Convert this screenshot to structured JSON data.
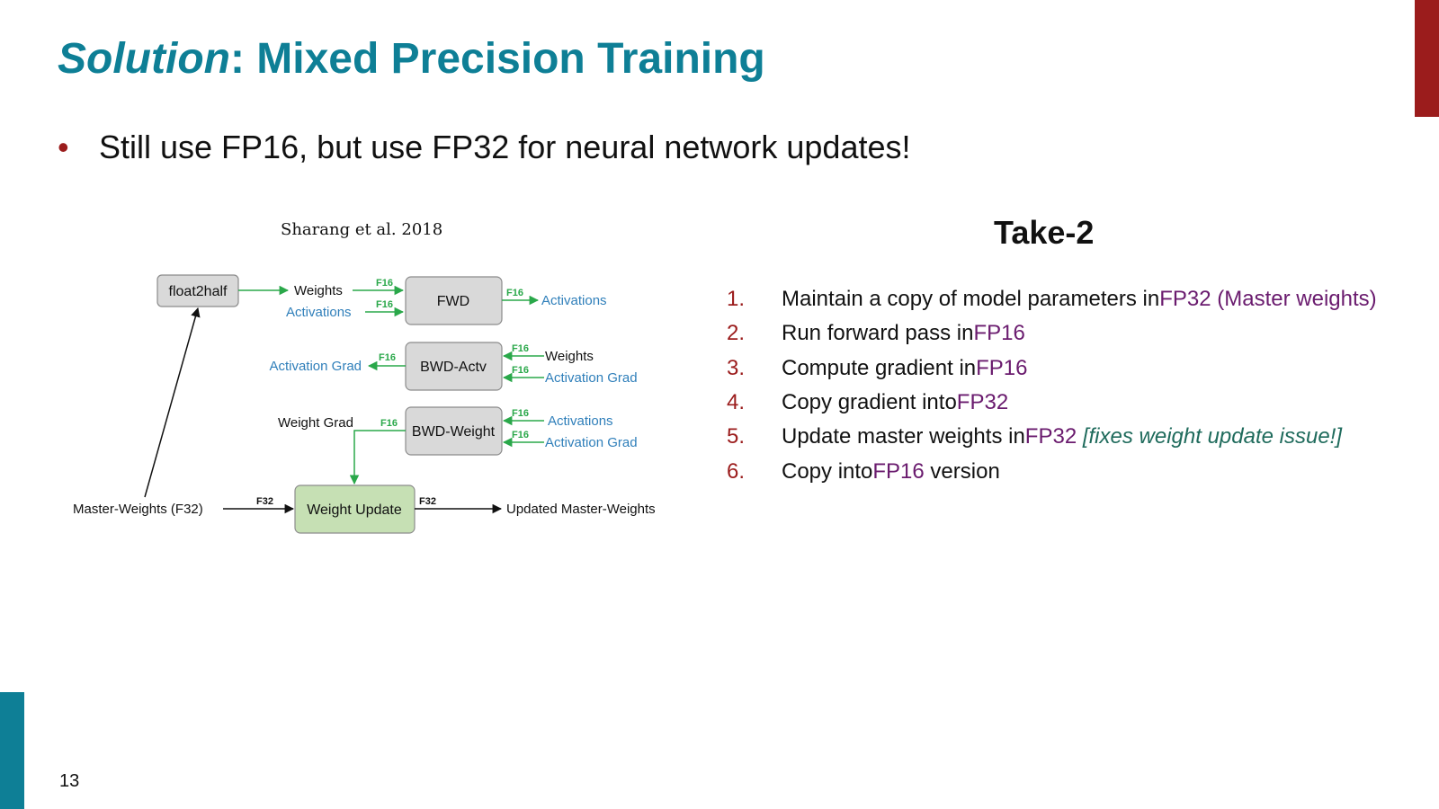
{
  "slide": {
    "title_italic": "Solution",
    "title_rest": ": Mixed Precision Training",
    "bullet_symbol": "•",
    "bullet_text": "Still use FP16, but use FP32 for neural network updates!",
    "page_number": "13",
    "accent_top_color": "#9b1c1c",
    "accent_bottom_color": "#0e7f96"
  },
  "diagram": {
    "citation": "Sharang et al. 2018",
    "boxes": {
      "float2half": "float2half",
      "fwd": "FWD",
      "bwd_actv": "BWD-Actv",
      "bwd_weight": "BWD-Weight",
      "weight_update": "Weight Update"
    },
    "labels": {
      "fwd_in_weights": "Weights",
      "fwd_in_activations": "Activations",
      "fwd_out_activations": "Activations",
      "bwd_actv_out": "Activation Grad",
      "bwd_actv_in_weights": "Weights",
      "bwd_actv_in_grad": "Activation Grad",
      "bwd_weight_out": "Weight Grad",
      "bwd_weight_in_activations": "Activations",
      "bwd_weight_in_grad": "Activation Grad",
      "master_weights": "Master-Weights (F32)",
      "updated_master_weights": "Updated Master-Weights"
    },
    "tags": {
      "f16": "F16",
      "f32": "F32"
    }
  },
  "take2": {
    "heading": "Take-2",
    "steps": [
      {
        "num": "1.",
        "pre": "Maintain a copy of model parameters in ",
        "hl": "FP32 (Master weights)",
        "post": "",
        "note": ""
      },
      {
        "num": "2.",
        "pre": "Run forward pass in ",
        "hl": "FP16",
        "post": "",
        "note": ""
      },
      {
        "num": "3.",
        "pre": "Compute gradient in ",
        "hl": "FP16",
        "post": "",
        "note": ""
      },
      {
        "num": "4.",
        "pre": "Copy gradient into ",
        "hl": "FP32",
        "post": "",
        "note": ""
      },
      {
        "num": "5.",
        "pre": "Update master weights in ",
        "hl": "FP32",
        "post": " ",
        "note": "[fixes weight update issue!]"
      },
      {
        "num": "6.",
        "pre": "Copy into ",
        "hl": "FP16",
        "post": " version",
        "note": ""
      }
    ]
  }
}
